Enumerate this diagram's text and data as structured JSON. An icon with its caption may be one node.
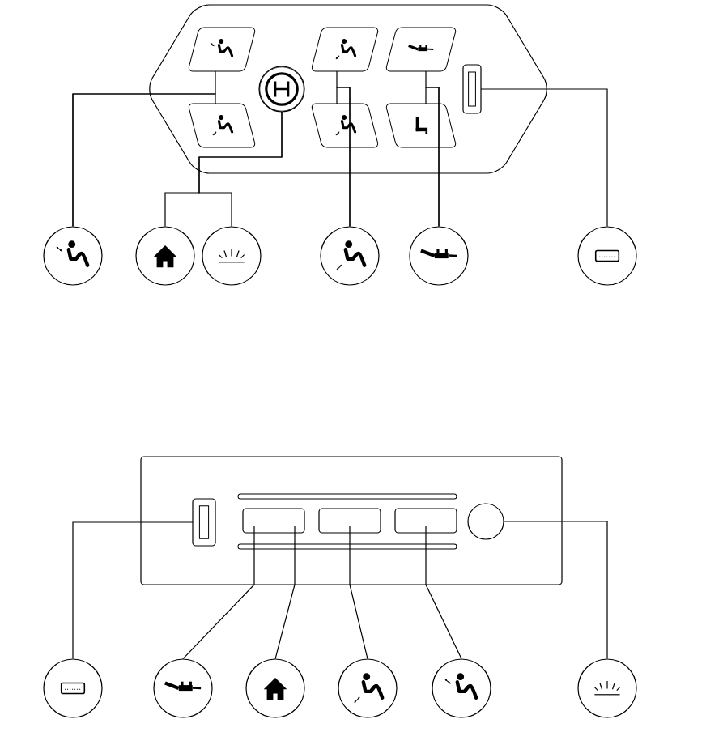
{
  "diagram": {
    "nodes": [
      {
        "text": [],
        "shape": "hexagon"
      },
      {
        "text": [],
        "shape": "parallelogram",
        "in": 0
      },
      {
        "text": [],
        "shape": "parallelogram",
        "in": 0
      },
      {
        "text": [],
        "shape": "circle",
        "in": 0
      },
      {
        "text": [],
        "shape": "parallelogram",
        "in": 0
      },
      {
        "text": [],
        "shape": "parallelogram",
        "in": 0
      },
      {
        "text": [],
        "shape": "parallelogram",
        "in": 0
      },
      {
        "text": [],
        "shape": "parallelogram",
        "in": 0
      },
      {
        "text": [],
        "shape": "box",
        "in": 0
      },
      {
        "text": [],
        "shape": "circle"
      },
      {
        "text": [],
        "shape": "circle"
      },
      {
        "text": [],
        "shape": "circle"
      },
      {
        "text": [],
        "shape": "circle"
      },
      {
        "text": [],
        "shape": "circle"
      },
      {
        "text": [],
        "shape": "circle"
      },
      {
        "text": [],
        "shape": "box"
      },
      {
        "text": [],
        "shape": "box",
        "in": 15
      },
      {
        "text": [],
        "shape": "box",
        "in": 15
      },
      {
        "text": [],
        "shape": "box",
        "in": 15
      },
      {
        "text": [],
        "shape": "box",
        "in": 15
      },
      {
        "text": [],
        "shape": "circle",
        "in": 15
      },
      {
        "text": [],
        "shape": "circle"
      },
      {
        "text": [],
        "shape": "circle"
      },
      {
        "text": [],
        "shape": "circle"
      },
      {
        "text": [],
        "shape": "circle"
      },
      {
        "text": [],
        "shape": "circle"
      },
      {
        "text": [],
        "shape": "circle"
      }
    ],
    "edges": [
      {
        "from": 1,
        "to": 9,
        "arrow": "none"
      },
      {
        "from": 2,
        "to": 9,
        "arrow": "none"
      },
      {
        "from": 3,
        "to": 10,
        "arrow": "none"
      },
      {
        "from": 3,
        "to": 11,
        "arrow": "none"
      },
      {
        "from": 4,
        "to": 12,
        "arrow": "none"
      },
      {
        "from": 5,
        "to": 12,
        "arrow": "none"
      },
      {
        "from": 6,
        "to": 13,
        "arrow": "none"
      },
      {
        "from": 7,
        "to": 13,
        "arrow": "none"
      },
      {
        "from": 8,
        "to": 14,
        "arrow": "none"
      },
      {
        "from": 16,
        "to": 21,
        "arrow": "none"
      },
      {
        "from": 17,
        "to": 22,
        "arrow": "none"
      },
      {
        "from": 17,
        "to": 23,
        "arrow": "none"
      },
      {
        "from": 18,
        "to": 24,
        "arrow": "none"
      },
      {
        "from": 19,
        "to": 25,
        "arrow": "none"
      },
      {
        "from": 20,
        "to": 26,
        "arrow": "none"
      }
    ]
  }
}
